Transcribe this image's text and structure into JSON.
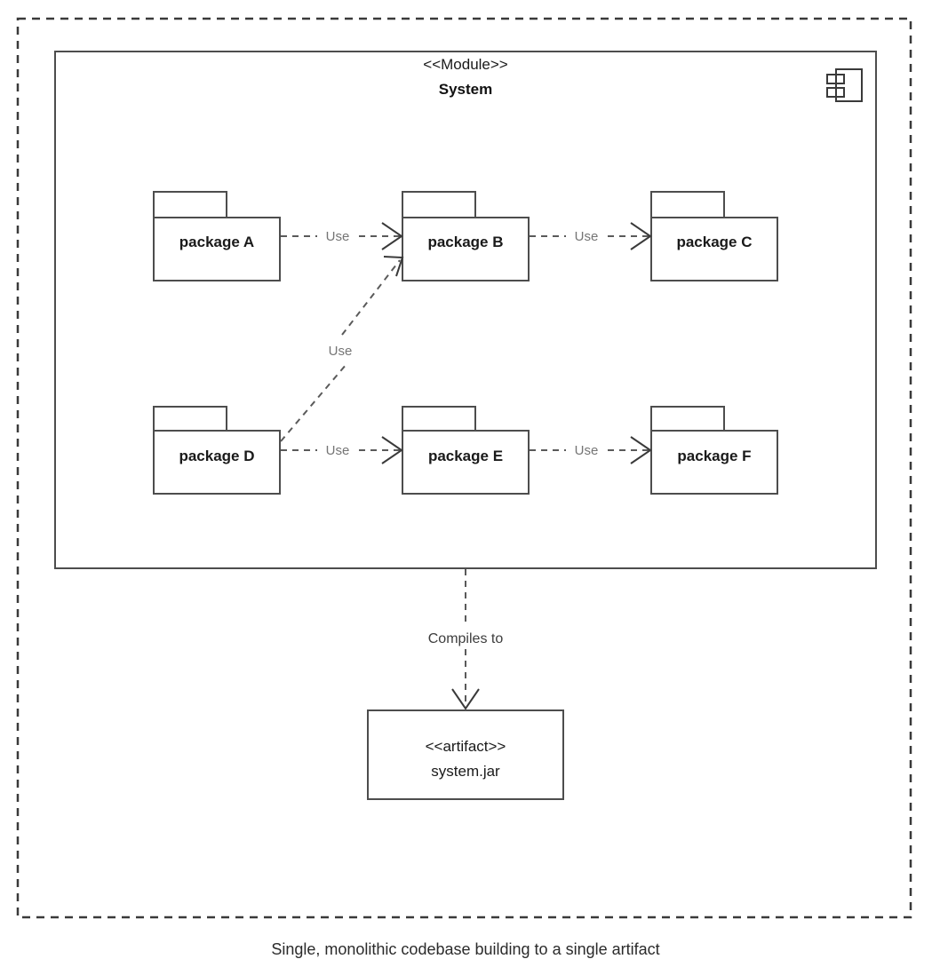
{
  "diagram": {
    "type": "uml-component-diagram",
    "caption": "Single, monolithic codebase building to a single artifact",
    "module": {
      "stereotype": "<<Module>>",
      "name": "System",
      "icon": "uml-component-icon"
    },
    "packages": [
      {
        "id": "A",
        "label": "package A"
      },
      {
        "id": "B",
        "label": "package B"
      },
      {
        "id": "C",
        "label": "package C"
      },
      {
        "id": "D",
        "label": "package D"
      },
      {
        "id": "E",
        "label": "package E"
      },
      {
        "id": "F",
        "label": "package F"
      }
    ],
    "dependencies": [
      {
        "from": "package A",
        "to": "package B",
        "label": "Use"
      },
      {
        "from": "package B",
        "to": "package C",
        "label": "Use"
      },
      {
        "from": "package D",
        "to": "package B",
        "label": "Use"
      },
      {
        "from": "package D",
        "to": "package E",
        "label": "Use"
      },
      {
        "from": "package E",
        "to": "package F",
        "label": "Use"
      }
    ],
    "compiles": {
      "label": "Compiles to",
      "target_stereotype": "<<artifact>>",
      "target_name": "system.jar"
    },
    "colors": {
      "stroke": "#4d4d4d",
      "dashed_border": "#3a3a3a",
      "use_label": "#757575",
      "text": "#1a1a1a",
      "background": "#ffffff"
    }
  }
}
